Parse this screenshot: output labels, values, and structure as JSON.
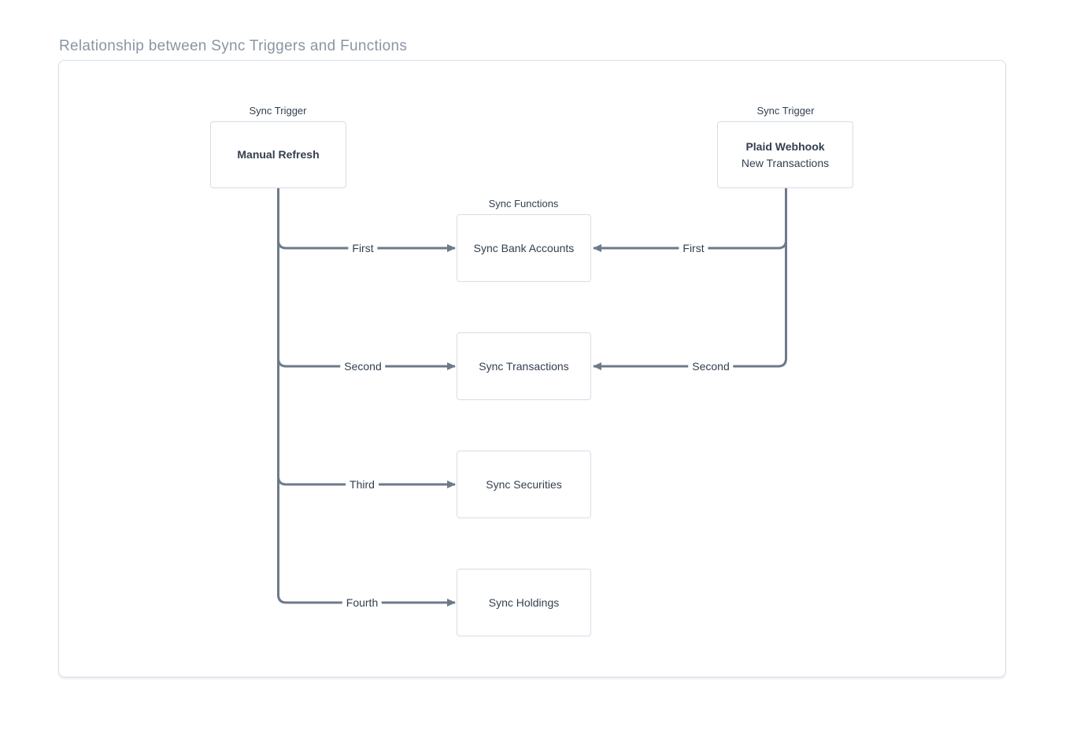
{
  "title": "Relationship between Sync Triggers and Functions",
  "diagram": {
    "group_labels": {
      "trigger_left": "Sync Trigger",
      "trigger_right": "Sync Trigger",
      "functions": "Sync Functions"
    },
    "nodes": {
      "manual_refresh": {
        "title": "Manual Refresh"
      },
      "plaid_webhook": {
        "title": "Plaid Webhook",
        "subtitle": "New Transactions"
      },
      "sync_bank_accounts": {
        "title": "Sync Bank Accounts"
      },
      "sync_transactions": {
        "title": "Sync Transactions"
      },
      "sync_securities": {
        "title": "Sync Securities"
      },
      "sync_holdings": {
        "title": "Sync Holdings"
      }
    },
    "edge_labels": {
      "manual_first": "First",
      "manual_second": "Second",
      "manual_third": "Third",
      "manual_fourth": "Fourth",
      "webhook_first": "First",
      "webhook_second": "Second"
    },
    "colors": {
      "line": "#6d7a89",
      "node_border": "#d6dde6",
      "node_text": "#333f4f",
      "title_text": "#8a95a4",
      "container_border": "#d9dfe9"
    }
  }
}
